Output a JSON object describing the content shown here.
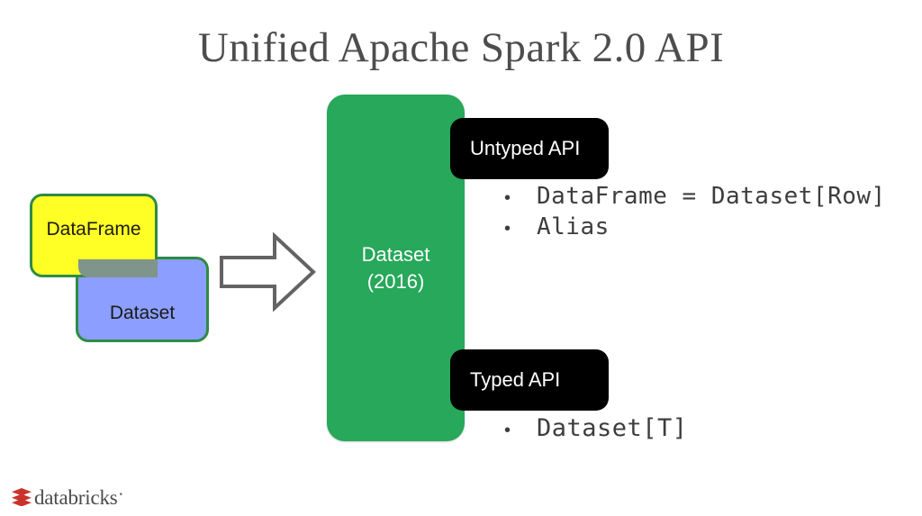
{
  "slide": {
    "title": "Unified Apache Spark 2.0 API",
    "background_color": "#ffffff",
    "title_color": "#4d4d4d"
  },
  "left_diagram": {
    "dataframe_box": {
      "label": "DataFrame",
      "fill_color": "#ffff26",
      "border_color": "#2e8b45"
    },
    "dataset_box": {
      "label": "Dataset",
      "fill_color": "#8c9eff",
      "border_color": "#2e8b45"
    },
    "arrow": {
      "icon": "right-block-arrow-icon",
      "stroke_color": "#636363"
    }
  },
  "center_panel": {
    "line1": "Dataset",
    "line2": "(2016)",
    "fill_color": "#27a85a",
    "text_color": "#ffffff"
  },
  "api_sections": [
    {
      "badge_label": "Untyped API",
      "badge_color": "#000000",
      "badge_text_color": "#ffffff",
      "bullets": [
        "DataFrame = Dataset[Row]",
        "Alias"
      ]
    },
    {
      "badge_label": "Typed API",
      "badge_color": "#000000",
      "badge_text_color": "#ffffff",
      "bullets": [
        "Dataset[T]"
      ]
    }
  ],
  "bullet_marker": "•",
  "footer": {
    "logo_word": "databricks",
    "logo_trademark": "•",
    "logo_mark_color": "#c9332e",
    "logo_word_color": "#4a4a4a"
  }
}
